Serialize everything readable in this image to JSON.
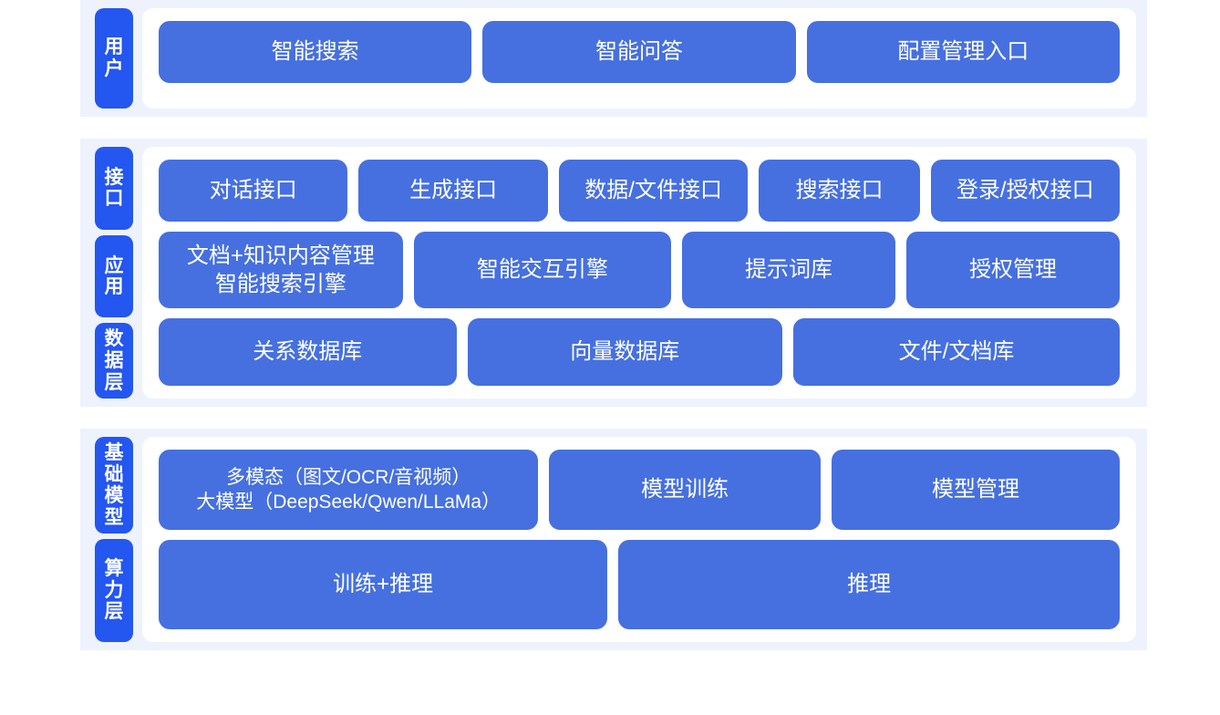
{
  "colors": {
    "page_background": "#ffffff",
    "band_background": "#eef2fc",
    "panel_background": "#ffffff",
    "rail_pill": "#2456f0",
    "box": "#4670e0",
    "box_text": "#ffffff"
  },
  "sections": [
    {
      "id": "user",
      "rails": [
        "用户"
      ],
      "rows": [
        {
          "id": "user-entries",
          "boxes": [
            {
              "label": "智能搜索",
              "flex": 1
            },
            {
              "label": "智能问答",
              "flex": 1
            },
            {
              "label": "配置管理入口",
              "flex": 1
            }
          ]
        }
      ]
    },
    {
      "id": "middle",
      "rails": [
        "接口",
        "应用",
        "数据层"
      ],
      "rows": [
        {
          "id": "api",
          "boxes": [
            {
              "label": "对话接口",
              "flex": 1
            },
            {
              "label": "生成接口",
              "flex": 1
            },
            {
              "label": "数据/文件接口",
              "flex": 1
            },
            {
              "label": "搜索接口",
              "flex": 0.84
            },
            {
              "label": "登录/授权接口",
              "flex": 1
            }
          ]
        },
        {
          "id": "app",
          "boxes": [
            {
              "label": "文档+知识内容管理\n智能搜索引擎",
              "flex": 1.06
            },
            {
              "label": "智能交互引擎",
              "flex": 1.12
            },
            {
              "label": "提示词库",
              "flex": 0.92
            },
            {
              "label": "授权管理",
              "flex": 0.92
            }
          ]
        },
        {
          "id": "data",
          "boxes": [
            {
              "label": "关系数据库",
              "flex": 1
            },
            {
              "label": "向量数据库",
              "flex": 1.06
            },
            {
              "label": "文件/文档库",
              "flex": 1.1
            }
          ]
        }
      ]
    },
    {
      "id": "base",
      "rails": [
        "基础模型",
        "算力层"
      ],
      "rows": [
        {
          "id": "model",
          "boxes": [
            {
              "label": "多模态（图文/OCR/音视频）\n大模型（DeepSeek/Qwen/LLaMa）",
              "flex": 1.33
            },
            {
              "label": "模型训练",
              "flex": 0.94
            },
            {
              "label": "模型管理",
              "flex": 1.0
            }
          ]
        },
        {
          "id": "compute",
          "boxes": [
            {
              "label": "训练+推理",
              "flex": 1
            },
            {
              "label": "推理",
              "flex": 1.12
            }
          ]
        }
      ]
    }
  ]
}
